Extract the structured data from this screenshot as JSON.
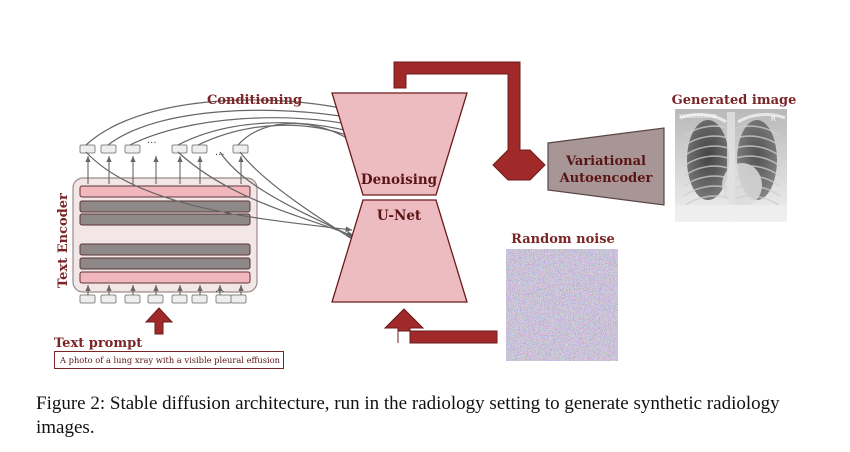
{
  "labels": {
    "conditioning": "Conditioning",
    "denoising": "Denoising",
    "unet": "U-Net",
    "vae": [
      "Variational",
      "Autoencoder"
    ],
    "generated_image": "Generated image",
    "random_noise": "Random noise",
    "text_encoder": "Text Encoder",
    "text_prompt": "Text prompt",
    "ellipsis": "...",
    "xray_tag": "R"
  },
  "prompt_text": "A photo of a lung xray with a visible pleural effusion",
  "caption": "Figure 2: Stable diffusion architecture, run in the radiology setting to generate synthetic radiology images.",
  "colors": {
    "accent_dark": "#7a2526",
    "arrow_fill": "#a02a2a",
    "arrow_stroke": "#6b1b1b",
    "funnel_fill": "#ecbcc0",
    "funnel_stroke": "#6b1b1b",
    "vae_fill": "#a89595",
    "encoder_bg": "#f3e6e6",
    "layer_pink": "#f2b7bc",
    "layer_gray": "#8f8888",
    "token_fill": "#eeeeee",
    "token_stroke": "#888888",
    "connector": "#666666"
  },
  "encoder_layers": [
    "pink",
    "gray",
    "gray",
    "gray",
    "gray",
    "pink"
  ]
}
